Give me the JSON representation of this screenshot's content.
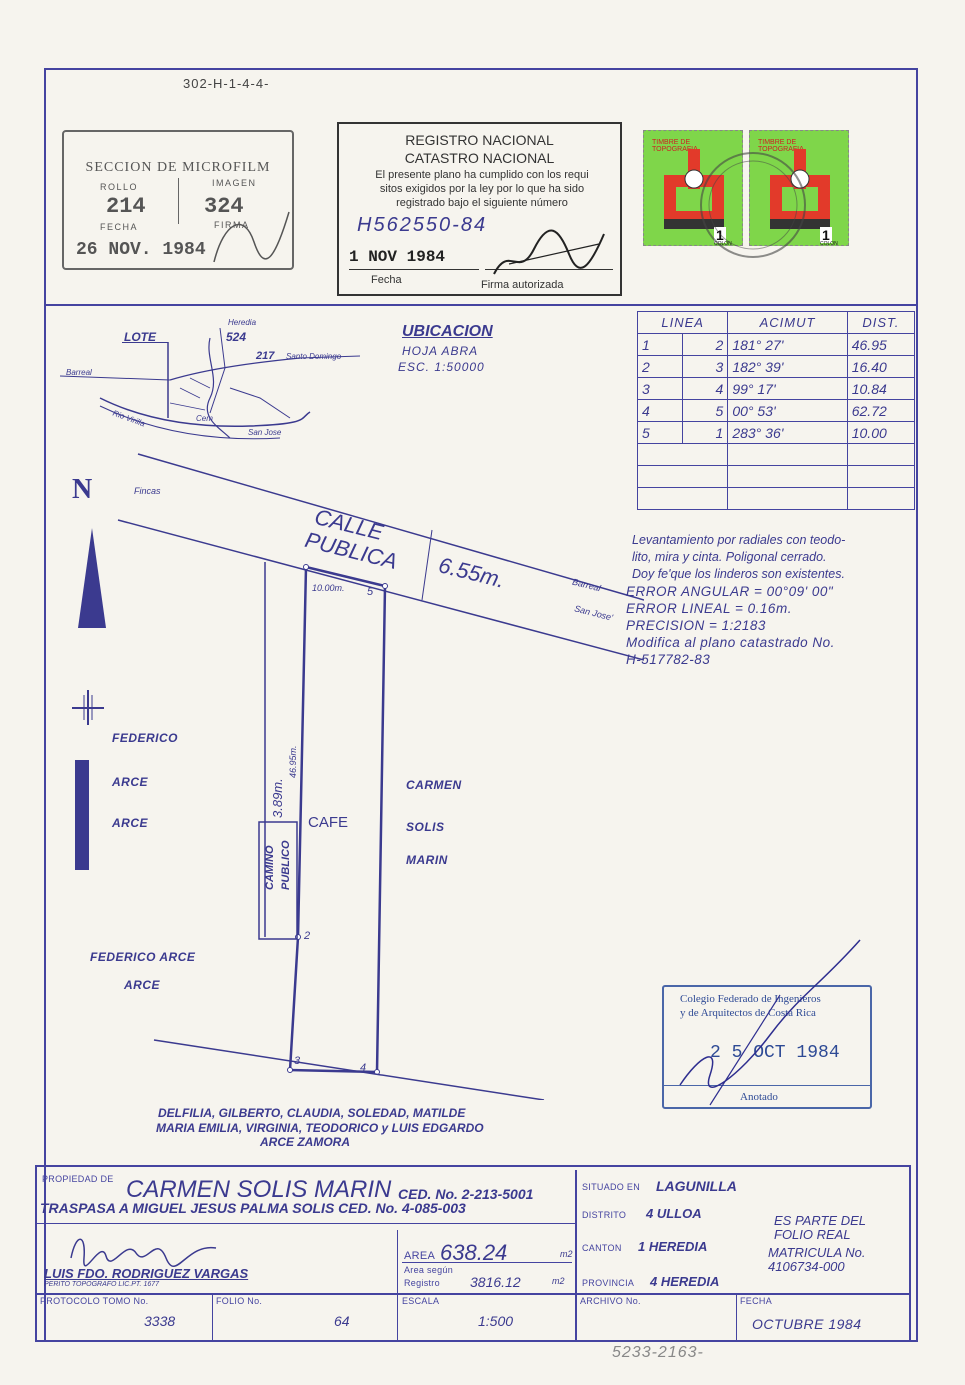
{
  "top_ref": "302-H-1-4-4-",
  "microfilm": {
    "title": "SECCION DE MICROFILM",
    "rollo_label": "ROLLO",
    "imagen_label": "IMAGEN",
    "rollo": "214",
    "imagen": "324",
    "fecha_label": "FECHA",
    "firma_label": "FIRMA",
    "fecha": "26 NOV. 1984"
  },
  "registro": {
    "line1": "REGISTRO NACIONAL",
    "line2": "CATASTRO NACIONAL",
    "body1": "El presente plano ha cumplido con los requi",
    "body2": "sitos exigidos por la ley por lo que ha sido",
    "body3": "registrado bajo el siguiente número",
    "number": "H562550-84",
    "date": "1 NOV 1984",
    "fecha_label": "Fecha",
    "firma_label": "Firma autorizada"
  },
  "stamps": {
    "text1": "TIMBRE DE TOPOGRAFIA",
    "value": "1",
    "unit": "COLON"
  },
  "ubicacion": {
    "title": "UBICACION",
    "hoja": "HOJA ABRA",
    "escala": "ESC. 1:50000",
    "lote": "LOTE",
    "heredia": "Heredia",
    "n524": "524",
    "n217": "217",
    "santo_domingo": "Santo Domingo",
    "barreal": "Barreal",
    "rio": "Rio Virilla",
    "cem": "Cem",
    "san_jose": "San Jose"
  },
  "table": {
    "headers": [
      "LINEA",
      "ACIMUT",
      "DIST."
    ],
    "rows": [
      [
        "1",
        "2",
        "181°  27'",
        "46.95"
      ],
      [
        "2",
        "3",
        "182°  39'",
        "16.40"
      ],
      [
        "3",
        "4",
        "99°  17'",
        "10.84"
      ],
      [
        "4",
        "5",
        "00° 53'",
        "62.72"
      ],
      [
        "5",
        "1",
        "283° 36'",
        "10.00"
      ]
    ]
  },
  "notes": [
    "Levantamiento por radiales con teodo-",
    "lito, mira y cinta. Poligonal cerrado.",
    "Doy fe'que los linderos son existentes.",
    "ERROR ANGULAR = 00°09' 00\"",
    "ERROR LINEAL   =  0.16m.",
    "PRECISION =      1:2183",
    "Modifica al plano catastrado No.",
    "H-517782-83"
  ],
  "plan": {
    "north": "N",
    "fincas": "Fincas",
    "calle": "CALLE",
    "publica": "PUBLICA",
    "width": "6.55m.",
    "barreal": "Barreal",
    "san_jose": "San Jose'",
    "d10": "10.00m.",
    "p5": "5",
    "p2": "2",
    "p3": "3",
    "p4": "4",
    "d4695": "46.95m.",
    "d389": "3.89m.",
    "camino": "CAMINO",
    "publico": "PUBLICO",
    "cafe": "CAFE",
    "w1": "FEDERICO",
    "w2": "ARCE",
    "w3": "ARCE",
    "e1": "CARMEN",
    "e2": "SOLIS",
    "e3": "MARIN",
    "sw1": "FEDERICO ARCE",
    "sw2": "ARCE",
    "s1": "DELFILIA, GILBERTO, CLAUDIA, SOLEDAD, MATILDE",
    "s2": "MARIA EMILIA, VIRGINIA, TEODORICO y LUIS EDGARDO",
    "s3": "ARCE ZAMORA"
  },
  "colegio": {
    "line1": "Colegio Federado de Ingenieros",
    "line2": "y de Arquitectos de Costa Rica",
    "date": "2 5 OCT 1984",
    "anotado": "Anotado"
  },
  "title_block": {
    "propiedad_label": "PROPIEDAD DE",
    "propietario": "CARMEN SOLIS MARIN",
    "ced1": "CED. No. 2-213-5001",
    "traspasa": "TRASPASA  A MIGUEL JESUS PALMA SOLIS CED. No. 4-085-003",
    "topografo": "LUIS FDO. RODRIGUEZ VARGAS",
    "perito": "PERITO TOPOGRAFO  LIC.PT. 1677",
    "area_label": "AREA",
    "area": "638.24",
    "m2": "m2",
    "area_segun": "Area según",
    "registro_label": "Registro",
    "registro_area": "3816.12",
    "situado_label": "SITUADO EN",
    "situado": "LAGUNILLA",
    "distrito_label": "DISTRITO",
    "distrito": "4 ULLOA",
    "canton_label": "CANTON",
    "canton": "1 HEREDIA",
    "provincia_label": "PROVINCIA",
    "provincia": "4 HEREDIA",
    "folio1": "ES PARTE DEL",
    "folio2": "FOLIO REAL",
    "folio3": "MATRICULA  No.",
    "folio4": "4106734-000",
    "protocolo_label": "PROTOCOLO TOMO No.",
    "tomo": "3338",
    "folio_label": "FOLIO No.",
    "folio": "64",
    "escala_label": "ESCALA",
    "escala": "1:500",
    "archivo_label": "ARCHIVO No.",
    "fecha_label": "FECHA",
    "fecha": "OCTUBRE 1984"
  },
  "bottom_ref": "5233-2163-"
}
